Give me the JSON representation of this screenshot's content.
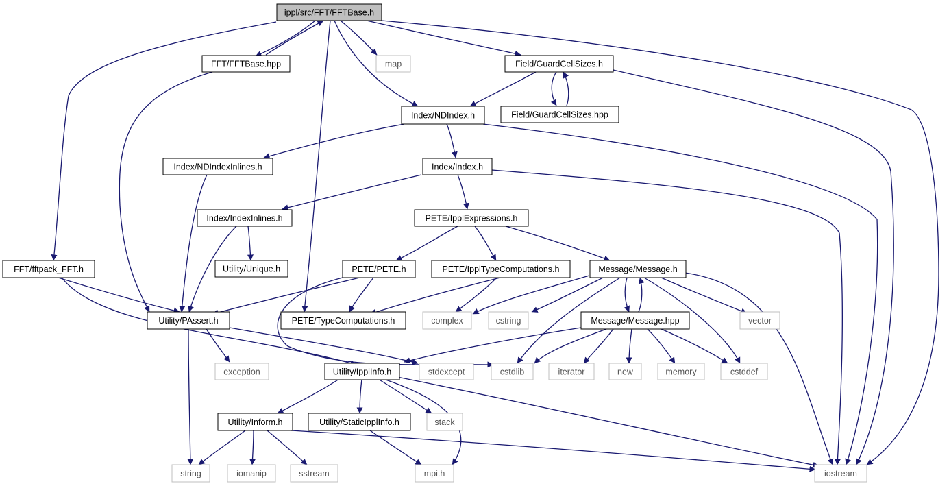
{
  "colors": {
    "edge": "#191970",
    "root_fill": "#bfbfbf",
    "node_border": "#000000",
    "external_border": "#bfbfbf",
    "external_text": "#555555"
  },
  "nodes": [
    {
      "id": "n_fftbase_h",
      "label": "ippl/src/FFT/FFTBase.h",
      "kind": "root"
    },
    {
      "id": "n_fftbase_hpp",
      "label": "FFT/FFTBase.hpp",
      "kind": "internal"
    },
    {
      "id": "n_map",
      "label": "map",
      "kind": "external"
    },
    {
      "id": "n_gcs_h",
      "label": "Field/GuardCellSizes.h",
      "kind": "internal"
    },
    {
      "id": "n_gcs_hpp",
      "label": "Field/GuardCellSizes.hpp",
      "kind": "internal"
    },
    {
      "id": "n_ndindex",
      "label": "Index/NDIndex.h",
      "kind": "internal"
    },
    {
      "id": "n_ndindexinl",
      "label": "Index/NDIndexInlines.h",
      "kind": "internal"
    },
    {
      "id": "n_index",
      "label": "Index/Index.h",
      "kind": "internal"
    },
    {
      "id": "n_indexinl",
      "label": "Index/IndexInlines.h",
      "kind": "internal"
    },
    {
      "id": "n_ipplexpr",
      "label": "PETE/IpplExpressions.h",
      "kind": "internal"
    },
    {
      "id": "n_unique",
      "label": "Utility/Unique.h",
      "kind": "internal"
    },
    {
      "id": "n_fftpack",
      "label": "FFT/fftpack_FFT.h",
      "kind": "internal"
    },
    {
      "id": "n_pete",
      "label": "PETE/PETE.h",
      "kind": "internal"
    },
    {
      "id": "n_ippltype",
      "label": "PETE/IpplTypeComputations.h",
      "kind": "internal"
    },
    {
      "id": "n_msg_h",
      "label": "Message/Message.h",
      "kind": "internal"
    },
    {
      "id": "n_passert",
      "label": "Utility/PAssert.h",
      "kind": "internal"
    },
    {
      "id": "n_typecomp",
      "label": "PETE/TypeComputations.h",
      "kind": "internal"
    },
    {
      "id": "n_complex",
      "label": "complex",
      "kind": "external"
    },
    {
      "id": "n_cstring",
      "label": "cstring",
      "kind": "external"
    },
    {
      "id": "n_msg_hpp",
      "label": "Message/Message.hpp",
      "kind": "internal"
    },
    {
      "id": "n_vector",
      "label": "vector",
      "kind": "external"
    },
    {
      "id": "n_exception",
      "label": "exception",
      "kind": "external"
    },
    {
      "id": "n_ipplinfo",
      "label": "Utility/IpplInfo.h",
      "kind": "internal"
    },
    {
      "id": "n_stdexcept",
      "label": "stdexcept",
      "kind": "external"
    },
    {
      "id": "n_cstdlib",
      "label": "cstdlib",
      "kind": "external"
    },
    {
      "id": "n_iterator",
      "label": "iterator",
      "kind": "external"
    },
    {
      "id": "n_new",
      "label": "new",
      "kind": "external"
    },
    {
      "id": "n_memory",
      "label": "memory",
      "kind": "external"
    },
    {
      "id": "n_cstddef",
      "label": "cstddef",
      "kind": "external"
    },
    {
      "id": "n_inform",
      "label": "Utility/Inform.h",
      "kind": "internal"
    },
    {
      "id": "n_staticippl",
      "label": "Utility/StaticIpplInfo.h",
      "kind": "internal"
    },
    {
      "id": "n_stack",
      "label": "stack",
      "kind": "external"
    },
    {
      "id": "n_string",
      "label": "string",
      "kind": "external"
    },
    {
      "id": "n_iomanip",
      "label": "iomanip",
      "kind": "external"
    },
    {
      "id": "n_sstream",
      "label": "sstream",
      "kind": "external"
    },
    {
      "id": "n_mpi",
      "label": "mpi.h",
      "kind": "external"
    },
    {
      "id": "n_iostream",
      "label": "iostream",
      "kind": "external"
    }
  ]
}
